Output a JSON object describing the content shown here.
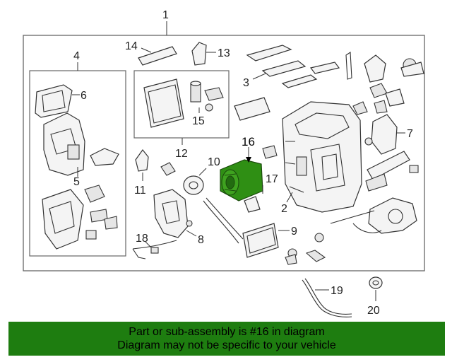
{
  "diagram": {
    "callouts": {
      "c1": "1",
      "c2": "2",
      "c3": "3",
      "c4": "4",
      "c5": "5",
      "c6": "6",
      "c7": "7",
      "c8": "8",
      "c9": "9",
      "c10": "10",
      "c11": "11",
      "c12": "12",
      "c13": "13",
      "c14": "14",
      "c15": "15",
      "c16": "16",
      "c17": "17",
      "c18": "18",
      "c19": "19",
      "c20": "20"
    },
    "highlight_color": "#2f8f14"
  },
  "banner": {
    "line1": "Part or sub-assembly is #16 in diagram",
    "line2": "Diagram may not be specific to your vehicle",
    "color": "#1e7d10"
  }
}
